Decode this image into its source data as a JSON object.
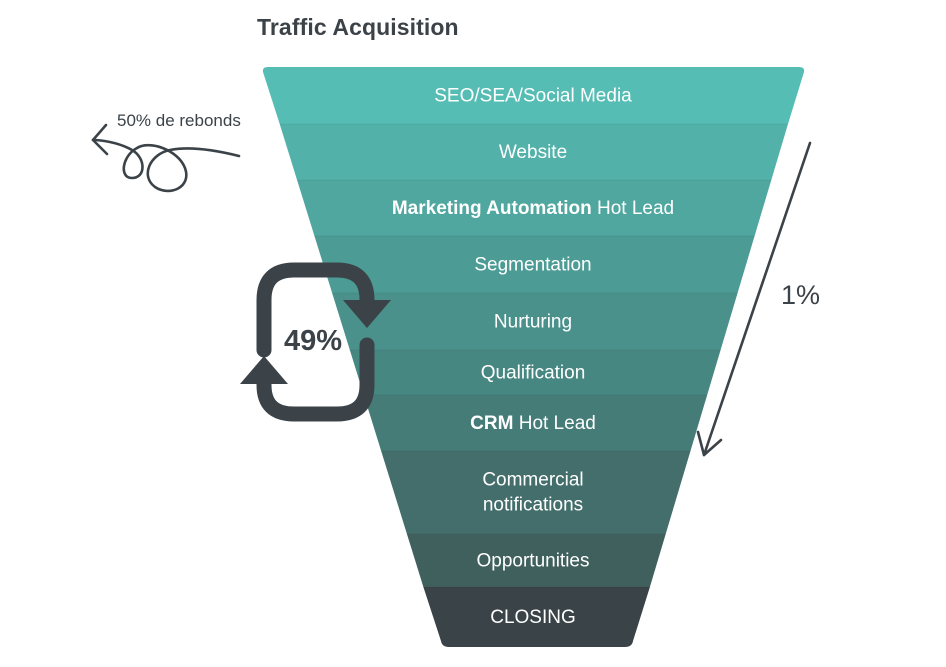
{
  "title": "Traffic Acquisition",
  "bounce_label": "50% de rebonds",
  "conversion_label": "1%",
  "loop_label": "49%",
  "funnel": {
    "stages": [
      {
        "name": "stage-seo-sea-social",
        "label": "SEO/SEA/Social Media",
        "bold": "",
        "color": "#55bdb4"
      },
      {
        "name": "stage-website",
        "label": "Website",
        "bold": "",
        "color": "#52b1a9"
      },
      {
        "name": "stage-marketing-automation",
        "bold": "Marketing Automation",
        "label": " Hot Lead",
        "color": "#4fa79f"
      },
      {
        "name": "stage-segmentation",
        "label": "Segmentation",
        "bold": "",
        "color": "#4c9c95"
      },
      {
        "name": "stage-nurturing",
        "label": "Nurturing",
        "bold": "",
        "color": "#4a918b"
      },
      {
        "name": "stage-qualification",
        "label": "Qualification",
        "bold": "",
        "color": "#478781"
      },
      {
        "name": "stage-crm",
        "bold": "CRM",
        "label": " Hot Lead",
        "color": "#457c77"
      },
      {
        "name": "stage-commercial-notifications",
        "label": "Commercial notifications",
        "lines": [
          "Commercial",
          "notifications"
        ],
        "bold": "",
        "color": "#436e6b"
      },
      {
        "name": "stage-opportunities",
        "label": "Opportunities",
        "bold": "",
        "color": "#40605e"
      },
      {
        "name": "stage-closing",
        "label": "CLOSING",
        "bold": "",
        "color": "#3a4347"
      }
    ]
  },
  "colors": {
    "text_dark": "#3b4349",
    "stage_text": "#ffffff",
    "separator": "#3f8f88"
  }
}
